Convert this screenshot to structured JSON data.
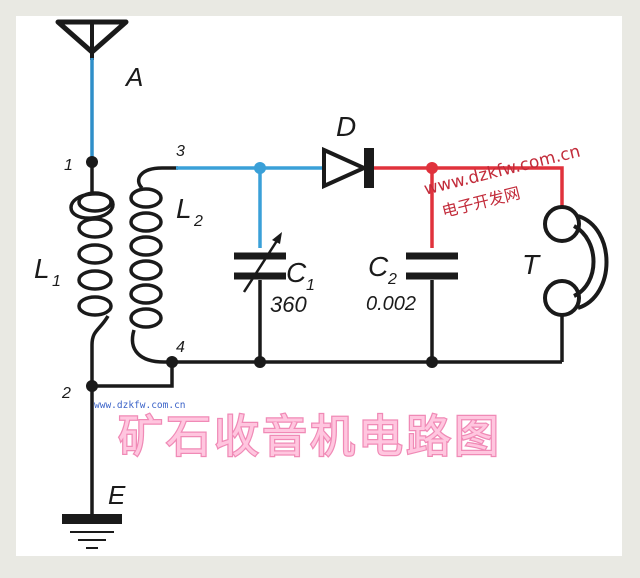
{
  "diagram": {
    "title": "矿石收音机电路图",
    "labels": {
      "antenna": "A",
      "ground": "E",
      "node1": "1",
      "node2": "2",
      "node3": "3",
      "node4": "4",
      "coil1": "L",
      "coil1_sub": "1",
      "coil2": "L",
      "coil2_sub": "2",
      "diode": "D",
      "cap1": "C",
      "cap1_sub": "1",
      "cap1_value": "360",
      "cap2": "C",
      "cap2_sub": "2",
      "cap2_value": "0.002",
      "headphone": "T"
    }
  },
  "watermarks": {
    "site_url": "www.dzkfw.com.cn",
    "site_name": "电子开发网",
    "small_url": "www.dzkfw.com.cn"
  },
  "colors": {
    "wire_default": "#1a1a1a",
    "wire_antenna": "#2f8fc9",
    "wire_rf": "#3aa0d8",
    "wire_audio": "#e0323c",
    "title_fill": "#ffc6df",
    "title_stroke": "#f08ab6"
  }
}
